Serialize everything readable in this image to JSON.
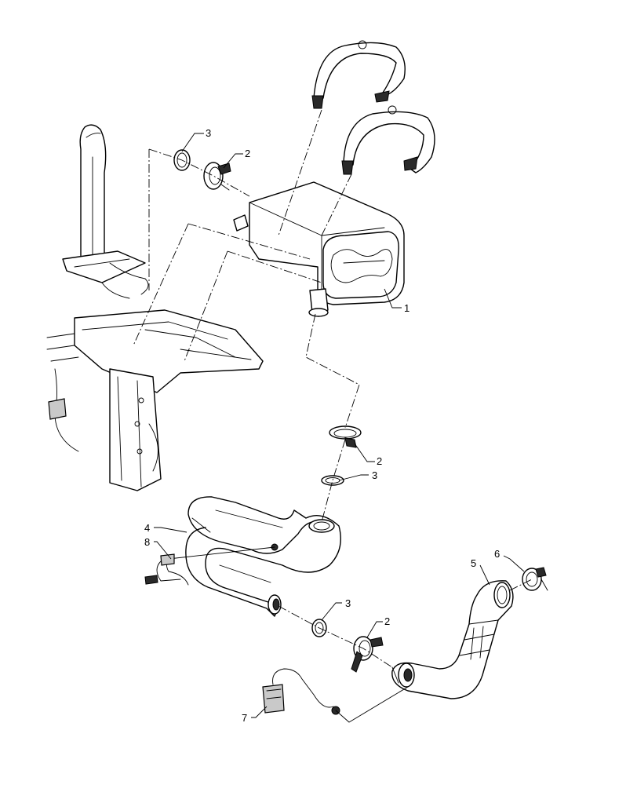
{
  "callouts": [
    {
      "id": "c1",
      "label": "1",
      "part": "muffler"
    },
    {
      "id": "c2a",
      "label": "2",
      "part": "clamp-upper"
    },
    {
      "id": "c3a",
      "label": "3",
      "part": "gasket-upper"
    },
    {
      "id": "c2b",
      "label": "2",
      "part": "clamp-middle"
    },
    {
      "id": "c3b",
      "label": "3",
      "part": "gasket-middle"
    },
    {
      "id": "c4",
      "label": "4",
      "part": "exhaust-pipe"
    },
    {
      "id": "c8",
      "label": "8",
      "part": "sensor-harness"
    },
    {
      "id": "c5",
      "label": "5",
      "part": "flex-pipe"
    },
    {
      "id": "c6",
      "label": "6",
      "part": "v-band-clamp"
    },
    {
      "id": "c3c",
      "label": "3",
      "part": "gasket-lower"
    },
    {
      "id": "c2c",
      "label": "2",
      "part": "clamp-lower"
    },
    {
      "id": "c7",
      "label": "7",
      "part": "nox-sensor"
    }
  ]
}
